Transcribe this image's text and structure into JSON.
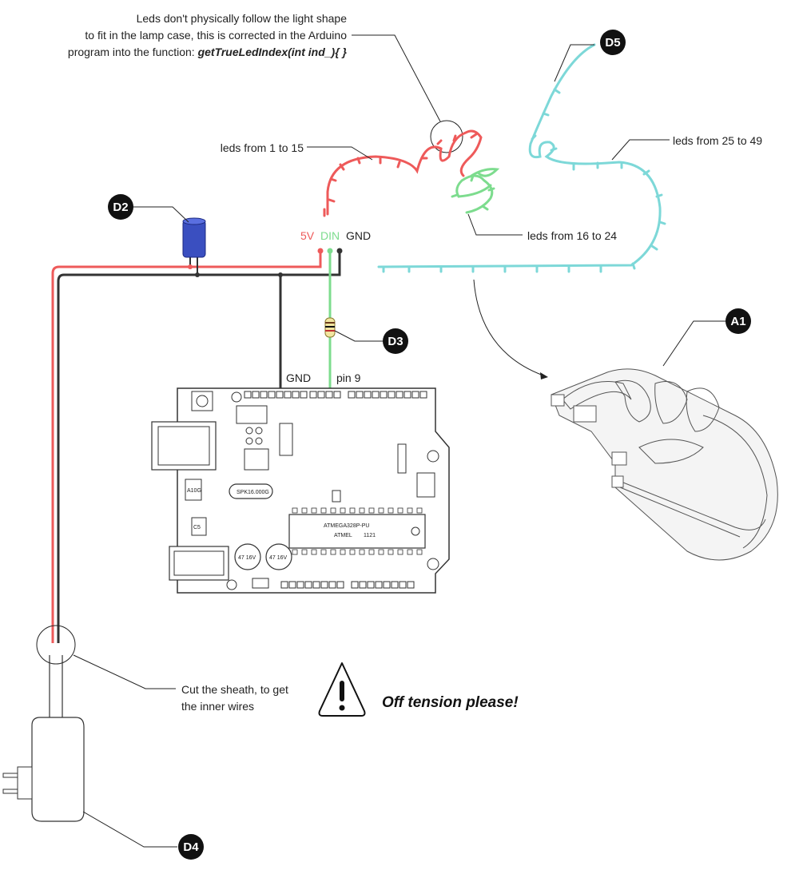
{
  "notes": {
    "line1": "Leds don't physically follow the light shape",
    "line2": "to fit in the lamp case, this is corrected in the Arduino",
    "line3_prefix": "program into the function: ",
    "line3_code": "getTrueLedIndex(int ind_){ }"
  },
  "led_ranges": {
    "red": "leds from 1 to 15",
    "green": "leds from 16 to 24",
    "cyan": "leds from 25 to 49"
  },
  "strip_pins": {
    "v5": "5V",
    "din": "DIN",
    "gnd": "GND"
  },
  "arduino_pins": {
    "gnd": "GND",
    "pin9": "pin 9"
  },
  "badges": {
    "d2": "D2",
    "d3": "D3",
    "d4": "D4",
    "d5": "D5",
    "a1": "A1"
  },
  "sheath_note": {
    "line1": "Cut the sheath, to get",
    "line2": "the inner wires"
  },
  "warning": "Off tension please!",
  "board_labels": {
    "crystal": "SPK16.000G",
    "mcu": "ATMEGA328P-PU",
    "mcu_code": "1121",
    "brand": "ATMEL",
    "cap_left": "47 16V",
    "cap_right": "47 16V",
    "reg": "A10G",
    "c5": "C5"
  },
  "colors": {
    "red": "#ee5a5a",
    "green": "#7ddc8e",
    "cyan": "#7dd8d8",
    "wire_black": "#333333",
    "badge": "#111111",
    "capacitor": "#3a4fc0"
  }
}
